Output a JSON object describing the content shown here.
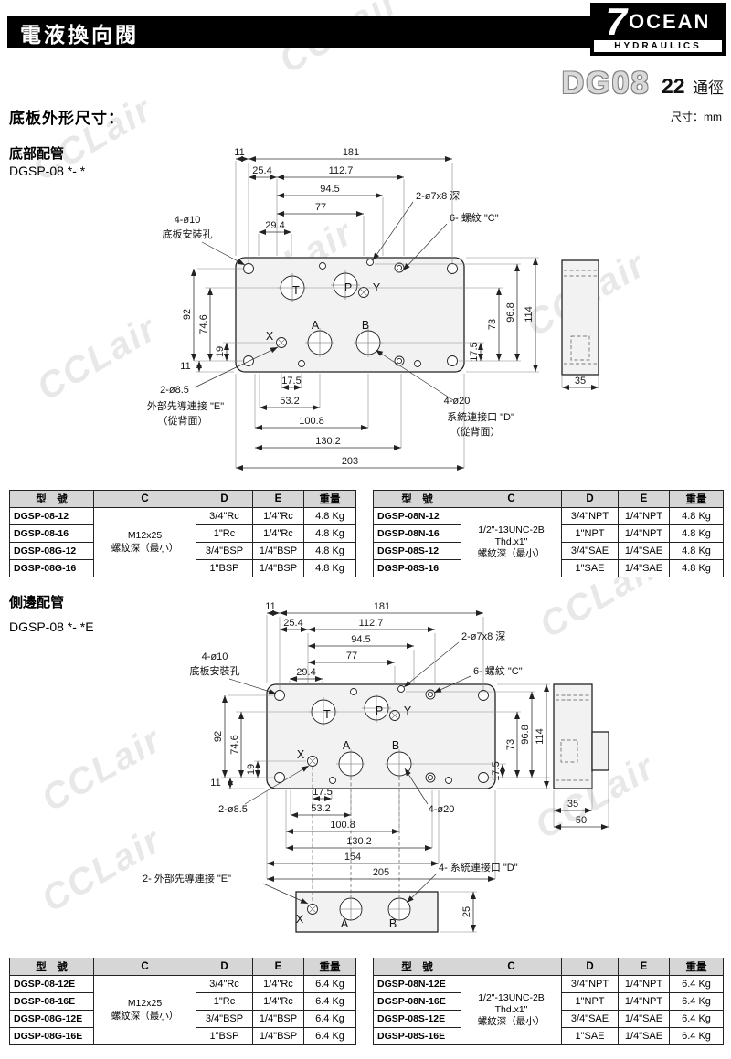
{
  "header": {
    "title": "電液換向閥",
    "logo_seven": "7",
    "logo_ocean": "OCEAN",
    "logo_sub": "HYDRAULICS",
    "series": "DG08",
    "bore": "22",
    "bore_unit": "通徑",
    "section": "底板外形尺寸：",
    "unit": "尺寸：mm"
  },
  "watermark": "CCLair",
  "d1": {
    "heading": "底部配管",
    "model": "DGSP-08 *- *",
    "dims": {
      "w11": "11",
      "w181": "181",
      "w254": "25.4",
      "w1127": "112.7",
      "w945": "94.5",
      "w77": "77",
      "w294": "29.4",
      "h92": "92",
      "h746": "74.6",
      "h19": "19",
      "h11": "11",
      "r175": "17.5",
      "r73": "73",
      "r968": "96.8",
      "r114": "114",
      "b175": "17.5",
      "b532": "53.2",
      "b1008": "100.8",
      "b1302": "130.2",
      "b203": "203",
      "s35": "35"
    },
    "callouts": {
      "pin": "2-ø7x8 深",
      "thread": "6- 螺紋 \"C\"",
      "mount1": "4-ø10",
      "mount2": "底板安裝孔",
      "pilot1": "2-ø8.5",
      "pilot2": "外部先導連接 \"E\"",
      "pilot3": "（從背面）",
      "sys1": "4-ø20",
      "sys2": "系統連接口 \"D\"",
      "sys3": "（從背面）"
    },
    "ports": {
      "t": "T",
      "p": "P",
      "y": "Y",
      "x": "X",
      "a": "A",
      "b": "B"
    }
  },
  "d2": {
    "heading": "側邊配管",
    "model": "DGSP-08 *- *E",
    "dims": {
      "w11": "11",
      "w181": "181",
      "w254": "25.4",
      "w1127": "112.7",
      "w945": "94.5",
      "w77": "77",
      "w294": "29.4",
      "h92": "92",
      "h746": "74.6",
      "h19": "19",
      "h11": "11",
      "r175": "17.5",
      "r73": "73",
      "r968": "96.8",
      "r114": "114",
      "b175": "17.5",
      "b532": "53.2",
      "b1008": "100.8",
      "b1302": "130.2",
      "b154": "154",
      "b205": "205",
      "s35": "35",
      "s50": "50",
      "v25": "25"
    },
    "callouts": {
      "pin": "2-ø7x8 深",
      "thread": "6- 螺紋 \"C\"",
      "mount1": "4-ø10",
      "mount2": "底板安裝孔",
      "pilot": "2-ø8.5",
      "sys": "4-ø20",
      "pilotE": "2- 外部先導連接 \"E\"",
      "sysD": "4- 系統連接口 \"D\""
    },
    "ports": {
      "t": "T",
      "p": "P",
      "y": "Y",
      "x": "X",
      "a": "A",
      "b": "B"
    }
  },
  "tables": {
    "headers": {
      "model": "型　號",
      "c": "C",
      "d": "D",
      "e": "E",
      "w": "重量"
    },
    "t1": {
      "c": [
        "M12x25",
        "螺紋深（最小）"
      ],
      "rows": [
        {
          "m": "DGSP-08-12",
          "d": "3/4\"Rc",
          "e": "1/4\"Rc",
          "w": "4.8 Kg"
        },
        {
          "m": "DGSP-08-16",
          "d": "1\"Rc",
          "e": "1/4\"Rc",
          "w": "4.8 Kg"
        },
        {
          "m": "DGSP-08G-12",
          "d": "3/4\"BSP",
          "e": "1/4\"BSP",
          "w": "4.8 Kg"
        },
        {
          "m": "DGSP-08G-16",
          "d": "1\"BSP",
          "e": "1/4\"BSP",
          "w": "4.8 Kg"
        }
      ]
    },
    "t2": {
      "c": [
        "1/2\"-13UNC-2B",
        "Thd.x1\"",
        "螺紋深（最小）"
      ],
      "rows": [
        {
          "m": "DGSP-08N-12",
          "d": "3/4\"NPT",
          "e": "1/4\"NPT",
          "w": "4.8 Kg"
        },
        {
          "m": "DGSP-08N-16",
          "d": "1\"NPT",
          "e": "1/4\"NPT",
          "w": "4.8 Kg"
        },
        {
          "m": "DGSP-08S-12",
          "d": "3/4\"SAE",
          "e": "1/4\"SAE",
          "w": "4.8 Kg"
        },
        {
          "m": "DGSP-08S-16",
          "d": "1\"SAE",
          "e": "1/4\"SAE",
          "w": "4.8 Kg"
        }
      ]
    },
    "t3": {
      "c": [
        "M12x25",
        "螺紋深（最小）"
      ],
      "rows": [
        {
          "m": "DGSP-08-12E",
          "d": "3/4\"Rc",
          "e": "1/4\"Rc",
          "w": "6.4 Kg"
        },
        {
          "m": "DGSP-08-16E",
          "d": "1\"Rc",
          "e": "1/4\"Rc",
          "w": "6.4 Kg"
        },
        {
          "m": "DGSP-08G-12E",
          "d": "3/4\"BSP",
          "e": "1/4\"BSP",
          "w": "6.4 Kg"
        },
        {
          "m": "DGSP-08G-16E",
          "d": "1\"BSP",
          "e": "1/4\"BSP",
          "w": "6.4 Kg"
        }
      ]
    },
    "t4": {
      "c": [
        "1/2\"-13UNC-2B",
        "Thd.x1\"",
        "螺紋深（最小）"
      ],
      "rows": [
        {
          "m": "DGSP-08N-12E",
          "d": "3/4\"NPT",
          "e": "1/4\"NPT",
          "w": "6.4 Kg"
        },
        {
          "m": "DGSP-08N-16E",
          "d": "1\"NPT",
          "e": "1/4\"NPT",
          "w": "6.4 Kg"
        },
        {
          "m": "DGSP-08S-12E",
          "d": "3/4\"SAE",
          "e": "1/4\"SAE",
          "w": "6.4 Kg"
        },
        {
          "m": "DGSP-08S-16E",
          "d": "1\"SAE",
          "e": "1/4\"SAE",
          "w": "6.4 Kg"
        }
      ]
    }
  }
}
